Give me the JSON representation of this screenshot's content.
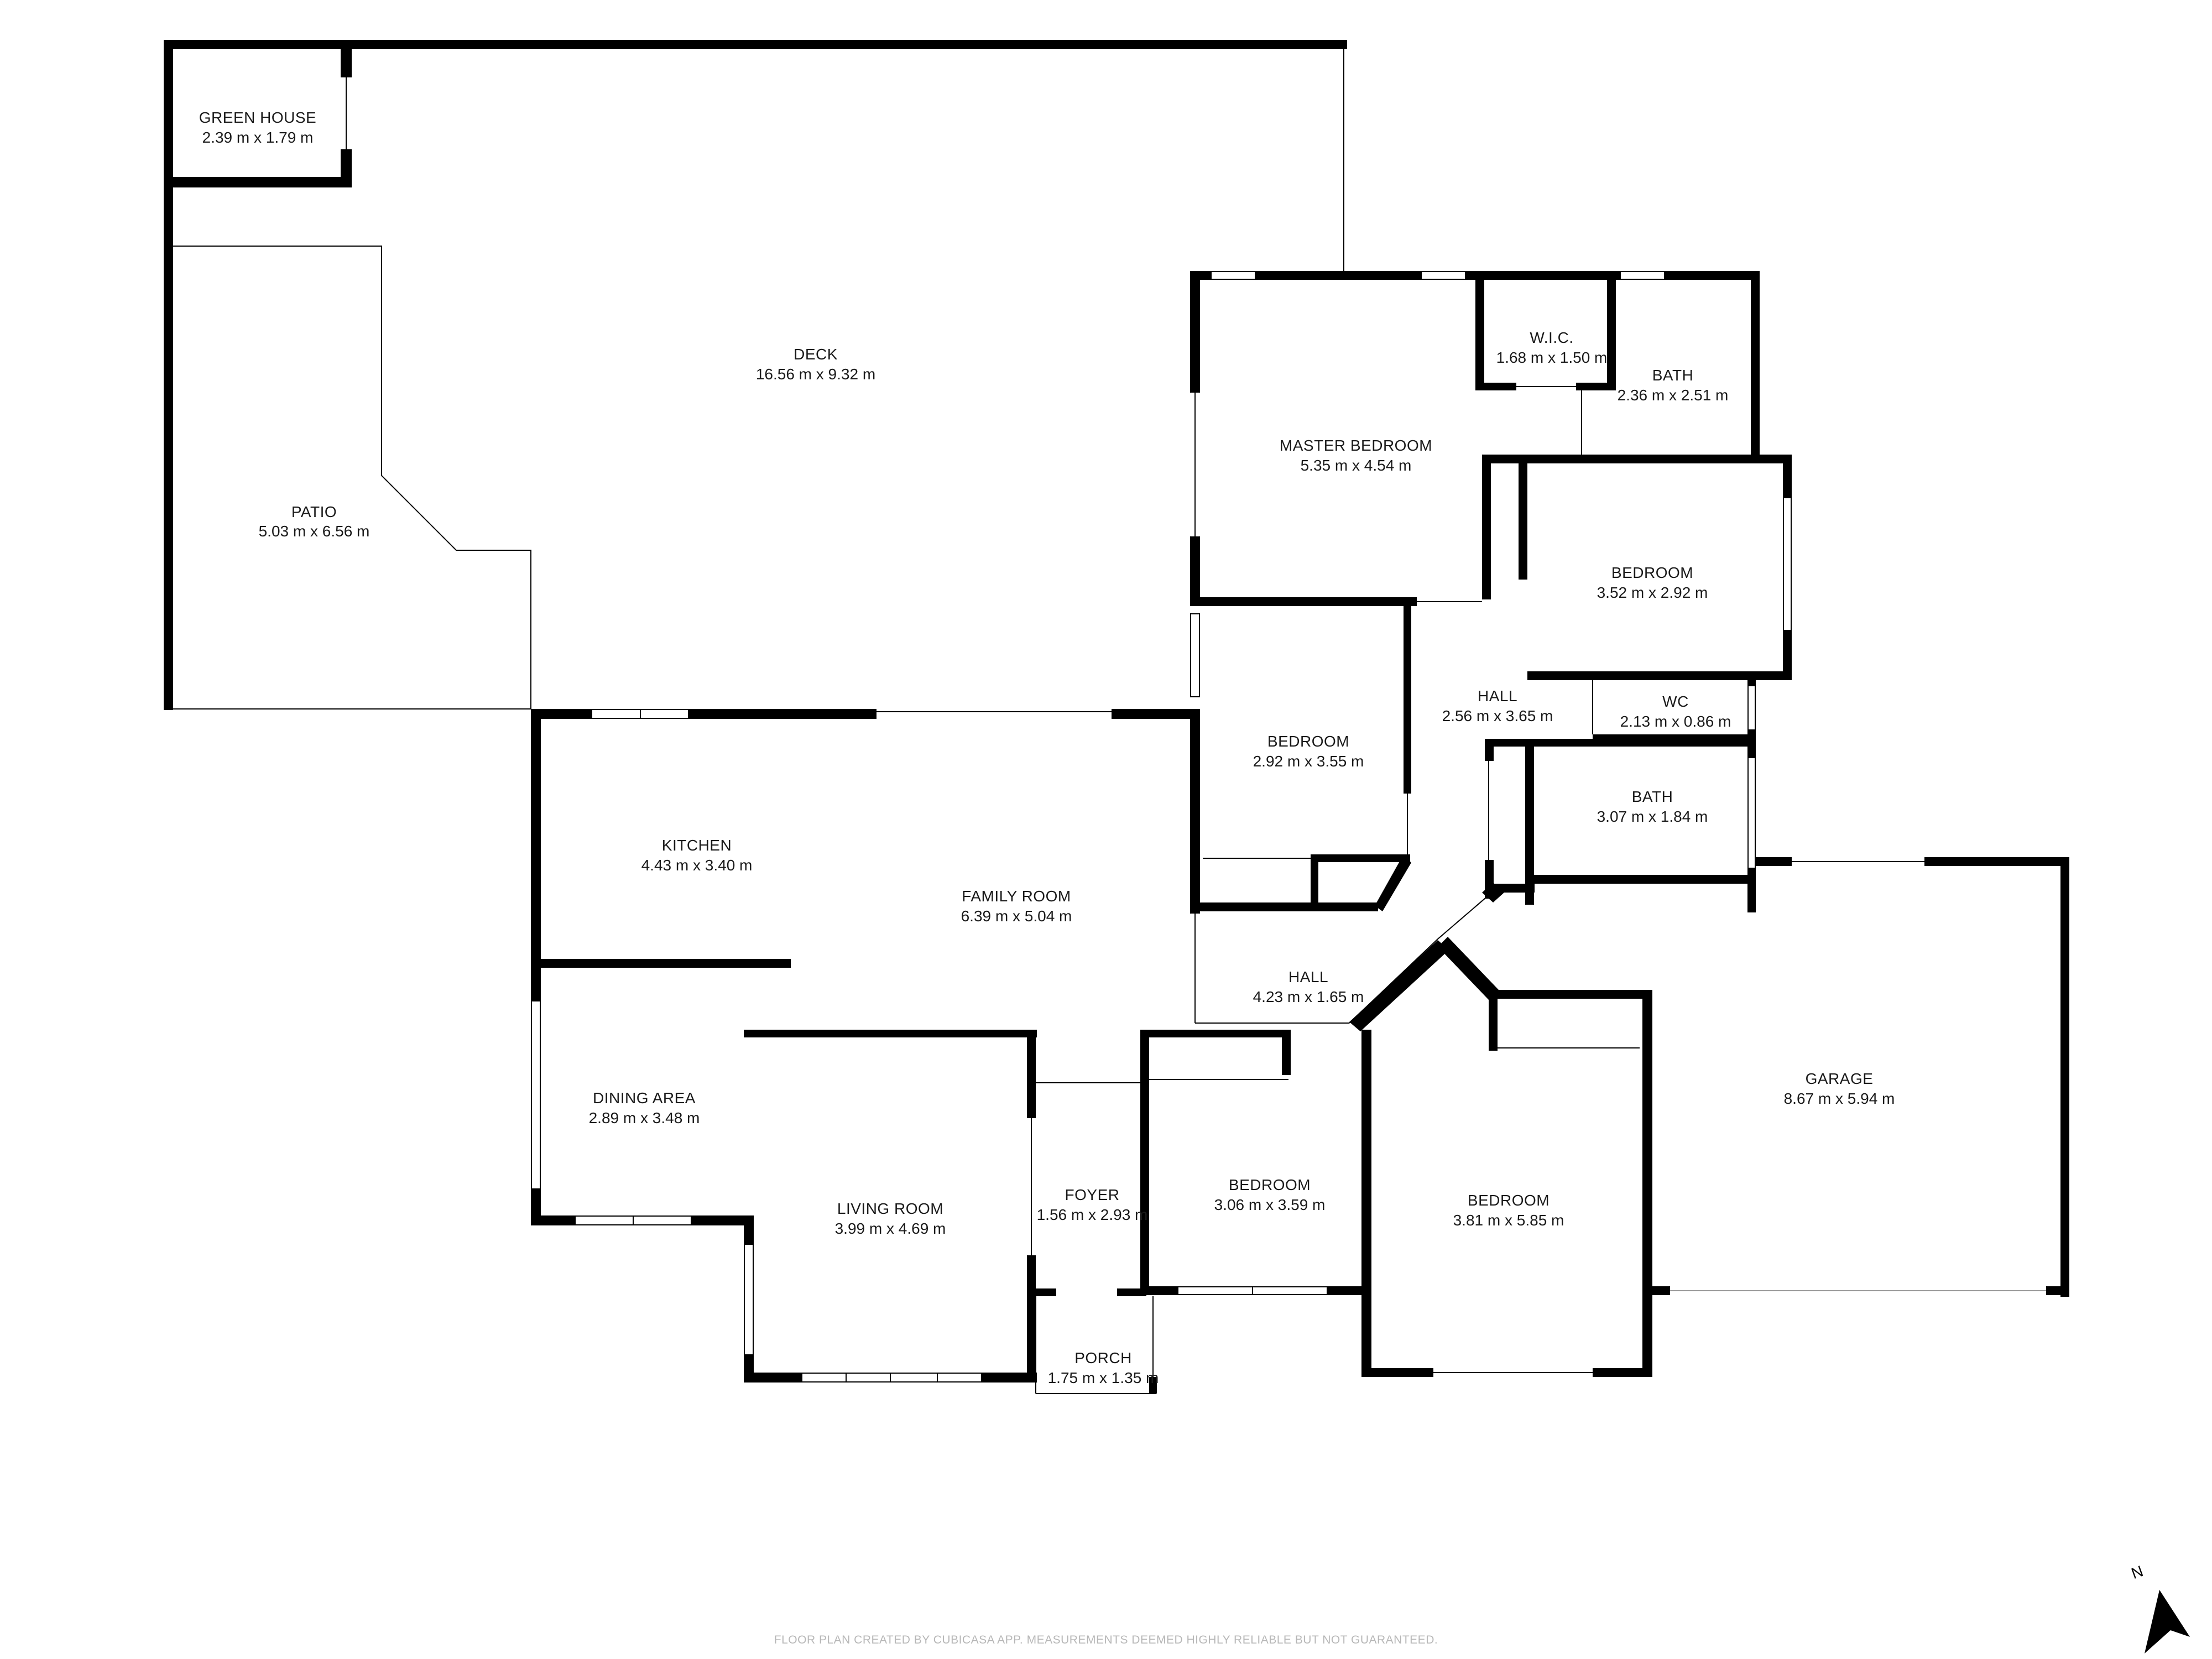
{
  "rooms": {
    "green_house": {
      "name": "GREEN HOUSE",
      "dims": "2.39 m x 1.79 m"
    },
    "deck": {
      "name": "DECK",
      "dims": "16.56 m x 9.32 m"
    },
    "patio": {
      "name": "PATIO",
      "dims": "5.03 m x 6.56 m"
    },
    "master_bedroom": {
      "name": "MASTER BEDROOM",
      "dims": "5.35 m x 4.54 m"
    },
    "wic": {
      "name": "W.I.C.",
      "dims": "1.68 m x 1.50 m"
    },
    "master_bath": {
      "name": "BATH",
      "dims": "2.36 m x 2.51 m"
    },
    "bedroom_east": {
      "name": "BEDROOM",
      "dims": "3.52 m x 2.92 m"
    },
    "hall_north": {
      "name": "HALL",
      "dims": "2.56 m x 3.65 m"
    },
    "wc": {
      "name": "WC",
      "dims": "2.13 m x 0.86 m"
    },
    "bath": {
      "name": "BATH",
      "dims": "3.07 m x 1.84 m"
    },
    "bedroom_center": {
      "name": "BEDROOM",
      "dims": "2.92 m x 3.55 m"
    },
    "kitchen": {
      "name": "KITCHEN",
      "dims": "4.43 m x 3.40 m"
    },
    "family_room": {
      "name": "FAMILY ROOM",
      "dims": "6.39 m x 5.04 m"
    },
    "hall_south": {
      "name": "HALL",
      "dims": "4.23 m x 1.65 m"
    },
    "garage": {
      "name": "GARAGE",
      "dims": "8.67 m x 5.94 m"
    },
    "dining_area": {
      "name": "DINING AREA",
      "dims": "2.89 m x 3.48 m"
    },
    "living_room": {
      "name": "LIVING ROOM",
      "dims": "3.99 m x 4.69 m"
    },
    "foyer": {
      "name": "FOYER",
      "dims": "1.56 m x 2.93 m"
    },
    "bedroom_south": {
      "name": "BEDROOM",
      "dims": "3.06 m x 3.59 m"
    },
    "bedroom_southeast": {
      "name": "BEDROOM",
      "dims": "3.81 m x 5.85 m"
    },
    "porch": {
      "name": "PORCH",
      "dims": "1.75 m x 1.35 m"
    }
  },
  "footer": "FLOOR PLAN CREATED BY CUBICASA APP. MEASUREMENTS DEEMED HIGHLY RELIABLE BUT NOT GUARANTEED.",
  "compass": {
    "letter": "N",
    "icon": "north-arrow-icon"
  },
  "colors": {
    "wall": "#000000",
    "background": "#ffffff",
    "footer_text": "#b7b7b7"
  }
}
